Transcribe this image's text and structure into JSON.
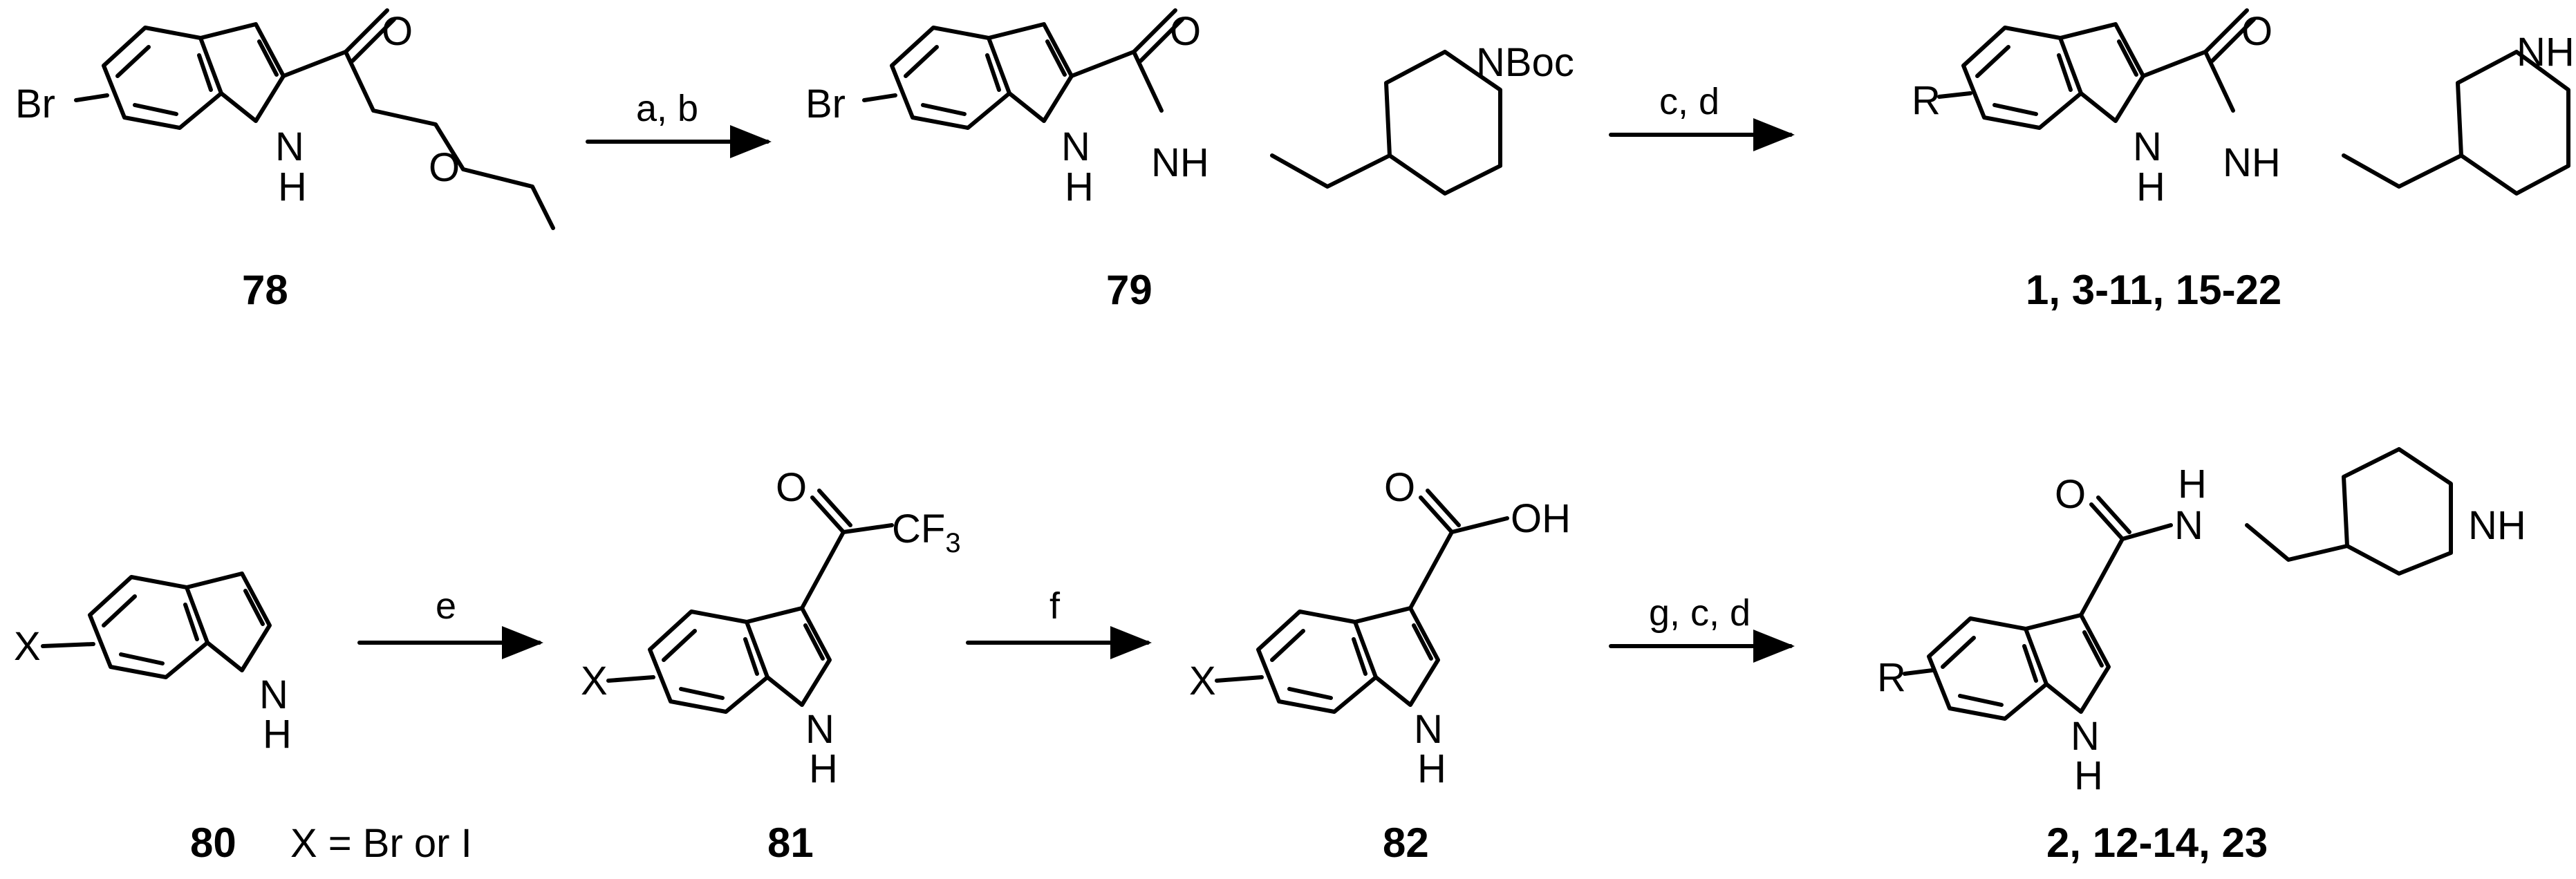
{
  "atoms": {
    "br": "Br",
    "x": "X",
    "r": "R",
    "h": "H",
    "o": "O",
    "f": "F",
    "c": "C",
    "nh": "NH",
    "n": "N",
    "nboc": "NBoc",
    "oh": "OH",
    "cf": "CF",
    "three": "3"
  },
  "conditions": {
    "ab": "a, b",
    "cd": "c, d",
    "e": "e",
    "f": "f",
    "gcd": "g, c, d"
  },
  "compounds": {
    "c78": "78",
    "c79": "79",
    "c1": "1, 3-11, 15-22",
    "c80": "80",
    "c81": "81",
    "c82": "82",
    "c2": "2, 12-14, 23"
  },
  "note_80": "X = Br or I"
}
